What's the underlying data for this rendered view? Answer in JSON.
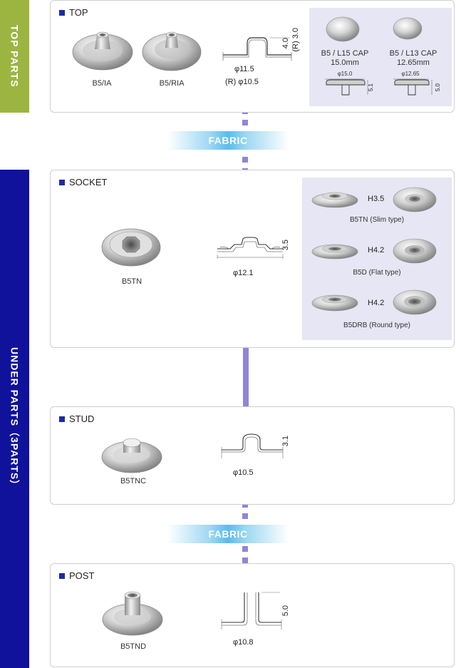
{
  "side": {
    "top_label": "TOP PARTS",
    "under_label": "UNDER PARTS（3PARTS）"
  },
  "fabric": {
    "label": "FABRIC"
  },
  "top": {
    "title": "TOP",
    "part1": "B5/IA",
    "part2": "B5/RIA",
    "dim_w1": "φ11.5",
    "dim_w2": "(R) φ10.5",
    "dim_h1": "4.0",
    "dim_h2": "(R) 3.0",
    "cap1_name": "B5 / L15 CAP",
    "cap1_size": "15.0mm",
    "cap1_dia": "φ15.0",
    "cap1_h": "5.1",
    "cap2_name": "B5 / L13 CAP",
    "cap2_size": "12.65mm",
    "cap2_dia": "φ12.65",
    "cap2_h": "5.0"
  },
  "socket": {
    "title": "SOCKET",
    "part": "B5TN",
    "dim_w": "φ12.1",
    "dim_h": "3.5",
    "v1_h": "H3.5",
    "v1_name": "B5TN (Slim type)",
    "v2_h": "H4.2",
    "v2_name": "B5D (Flat type)",
    "v3_h": "H4.2",
    "v3_name": "B5DRB (Round type)"
  },
  "stud": {
    "title": "STUD",
    "part": "B5TNC",
    "dim_w": "φ10.5",
    "dim_h": "3.1"
  },
  "post": {
    "title": "POST",
    "part": "B5TND",
    "dim_w": "φ10.8",
    "dim_h": "5.0"
  },
  "colors": {
    "top_side": "#9cb541",
    "under_side": "#10129b",
    "connector": "#8f86d6"
  }
}
